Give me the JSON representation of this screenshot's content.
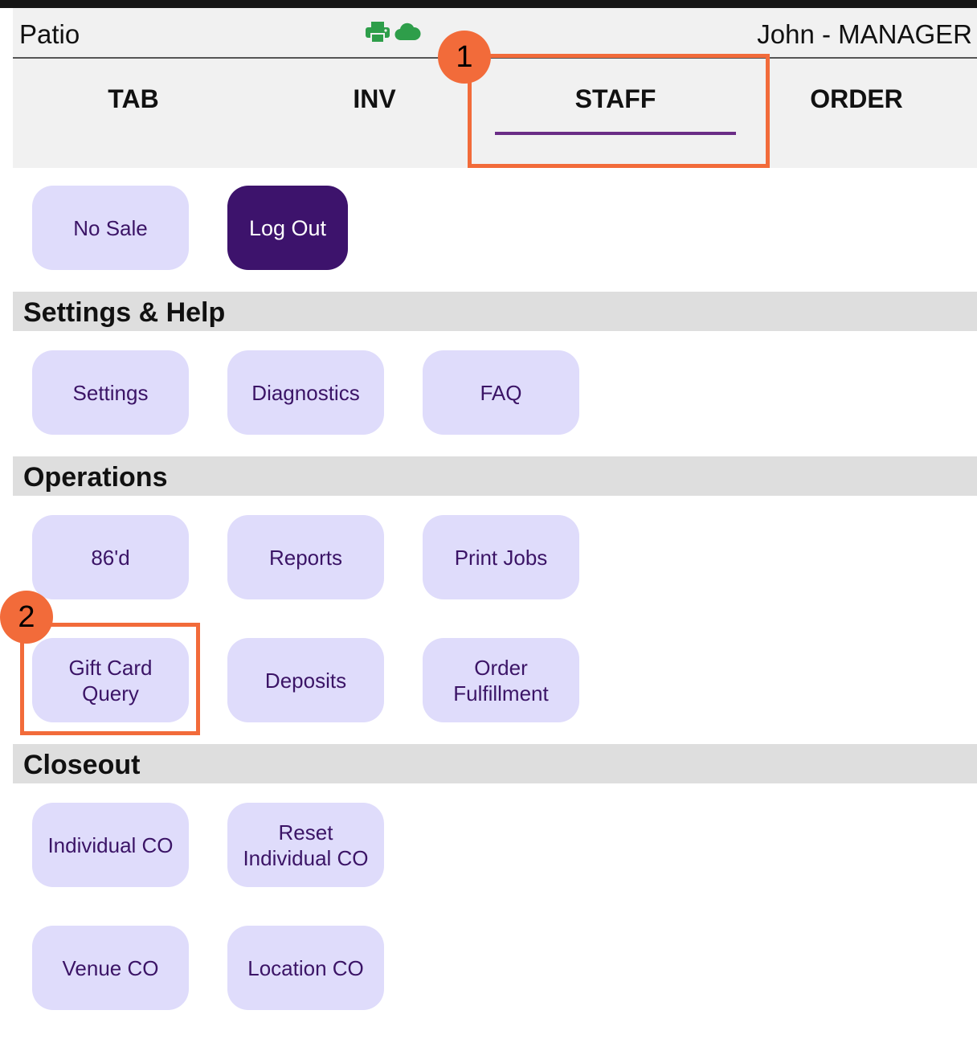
{
  "header": {
    "location": "Patio",
    "user": "John - MANAGER",
    "icons": [
      "printer-icon",
      "cloud-icon"
    ],
    "icon_color": "#2e9e4a"
  },
  "tabs": [
    {
      "label": "TAB"
    },
    {
      "label": "INV"
    },
    {
      "label": "STAFF",
      "selected": true
    },
    {
      "label": "ORDER"
    }
  ],
  "accent_color": "#6b2d86",
  "quick_actions": {
    "no_sale": "No Sale",
    "log_out": "Log Out"
  },
  "sections": {
    "settings_help": {
      "title": "Settings & Help",
      "buttons": [
        "Settings",
        "Diagnostics",
        "FAQ"
      ]
    },
    "operations": {
      "title": "Operations",
      "buttons": [
        "86'd",
        "Reports",
        "Print Jobs",
        "Gift Card Query",
        "Deposits",
        "Order Fulfillment"
      ]
    },
    "closeout": {
      "title": "Closeout",
      "buttons": [
        "Individual CO",
        "Reset Individual CO",
        "Venue CO",
        "Location CO"
      ]
    }
  },
  "annotations": {
    "badge1": "1",
    "badge2": "2",
    "color": "#f26b3a"
  }
}
